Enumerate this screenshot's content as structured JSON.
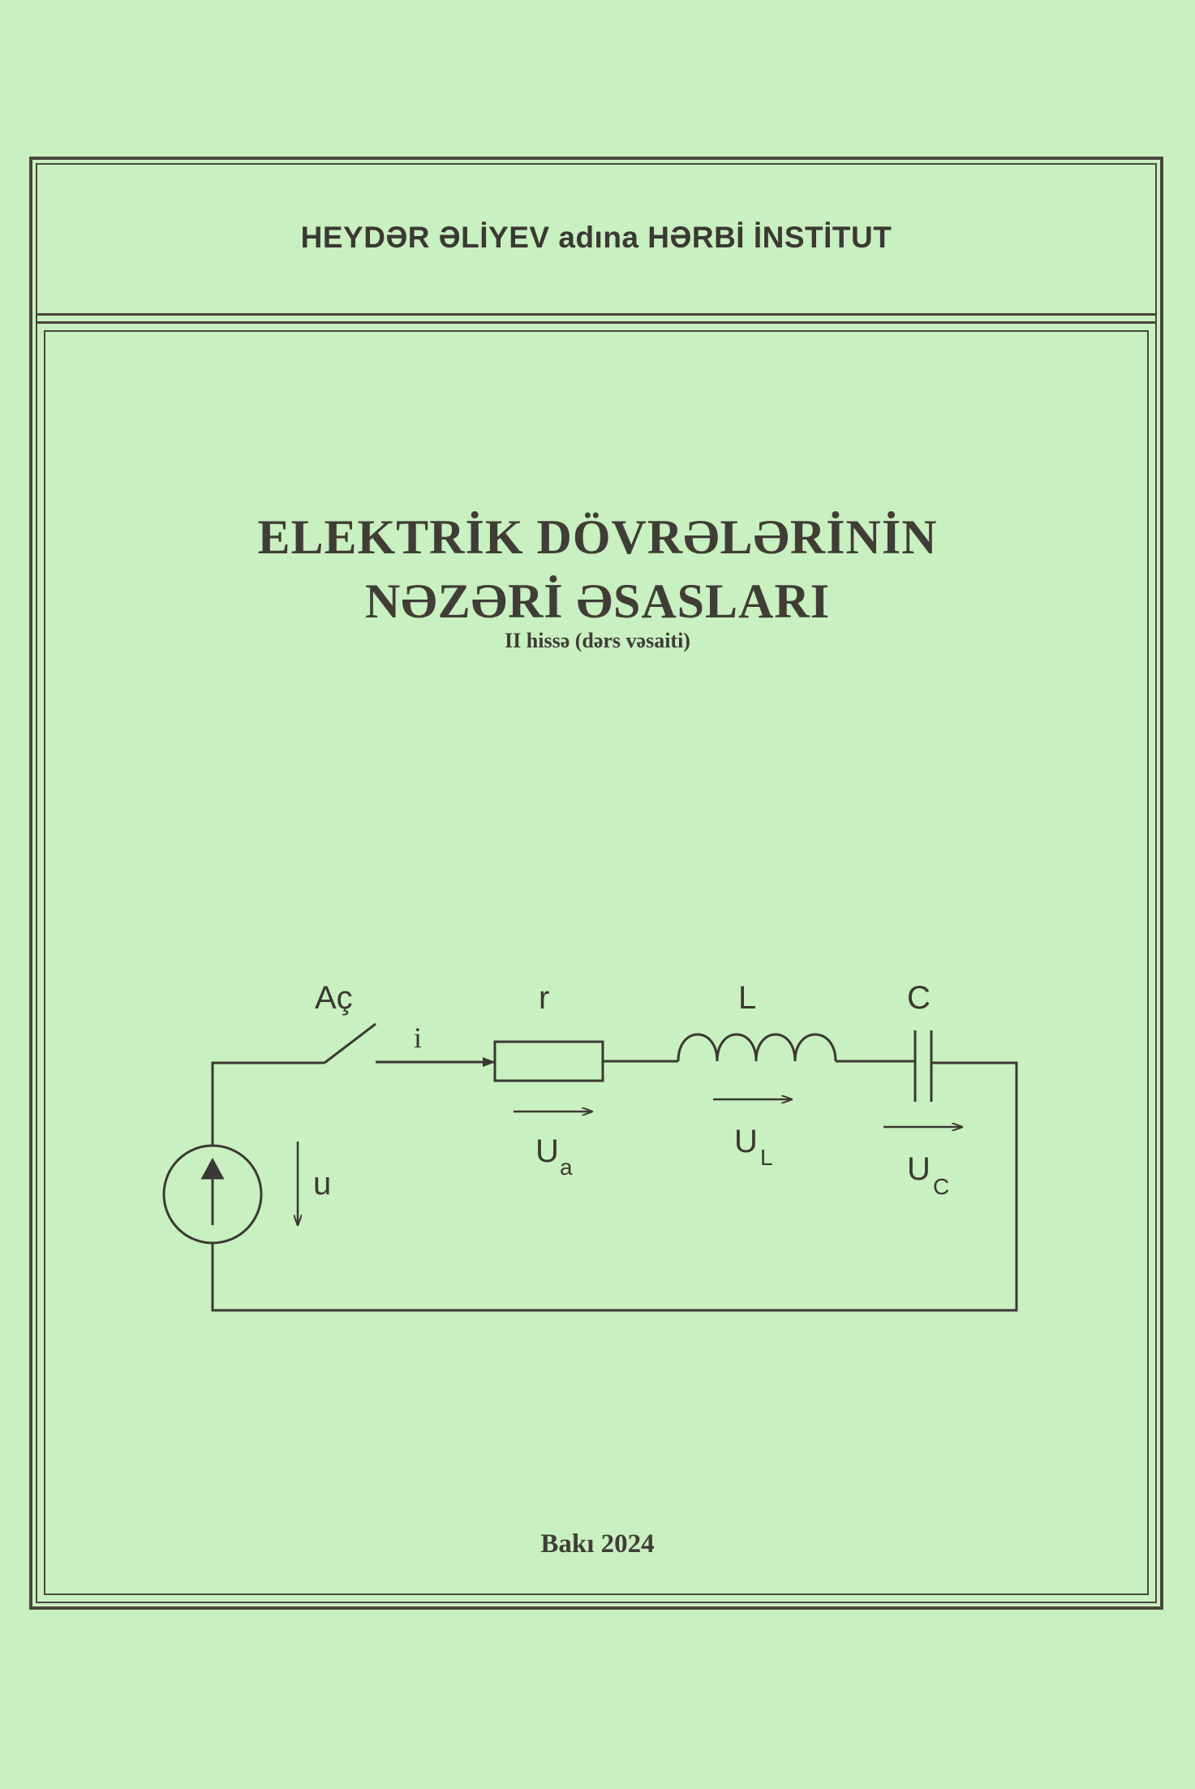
{
  "institute": "HEYDƏR ƏLİYEV adına HƏRBİ İNSTİTUT",
  "title_line1": "ELEKTRİK DÖVRƏLƏRİNİN",
  "title_line2": "NƏZƏRİ ƏSASLARI",
  "subtitle": "II hissə (dərs vəsaiti)",
  "circuit": {
    "switch_label": "Aç",
    "current_label": "i",
    "resistor_label": "r",
    "inductor_label": "L",
    "capacitor_label": "C",
    "source_voltage_label": "u",
    "voltage_symbol": "U",
    "resistor_voltage_sub": "a",
    "inductor_voltage_sub": "L",
    "capacitor_voltage_sub": "C"
  },
  "city_year": "Bakı 2024",
  "colors": {
    "background": "#c9f0c0",
    "ink": "#3b3934"
  }
}
